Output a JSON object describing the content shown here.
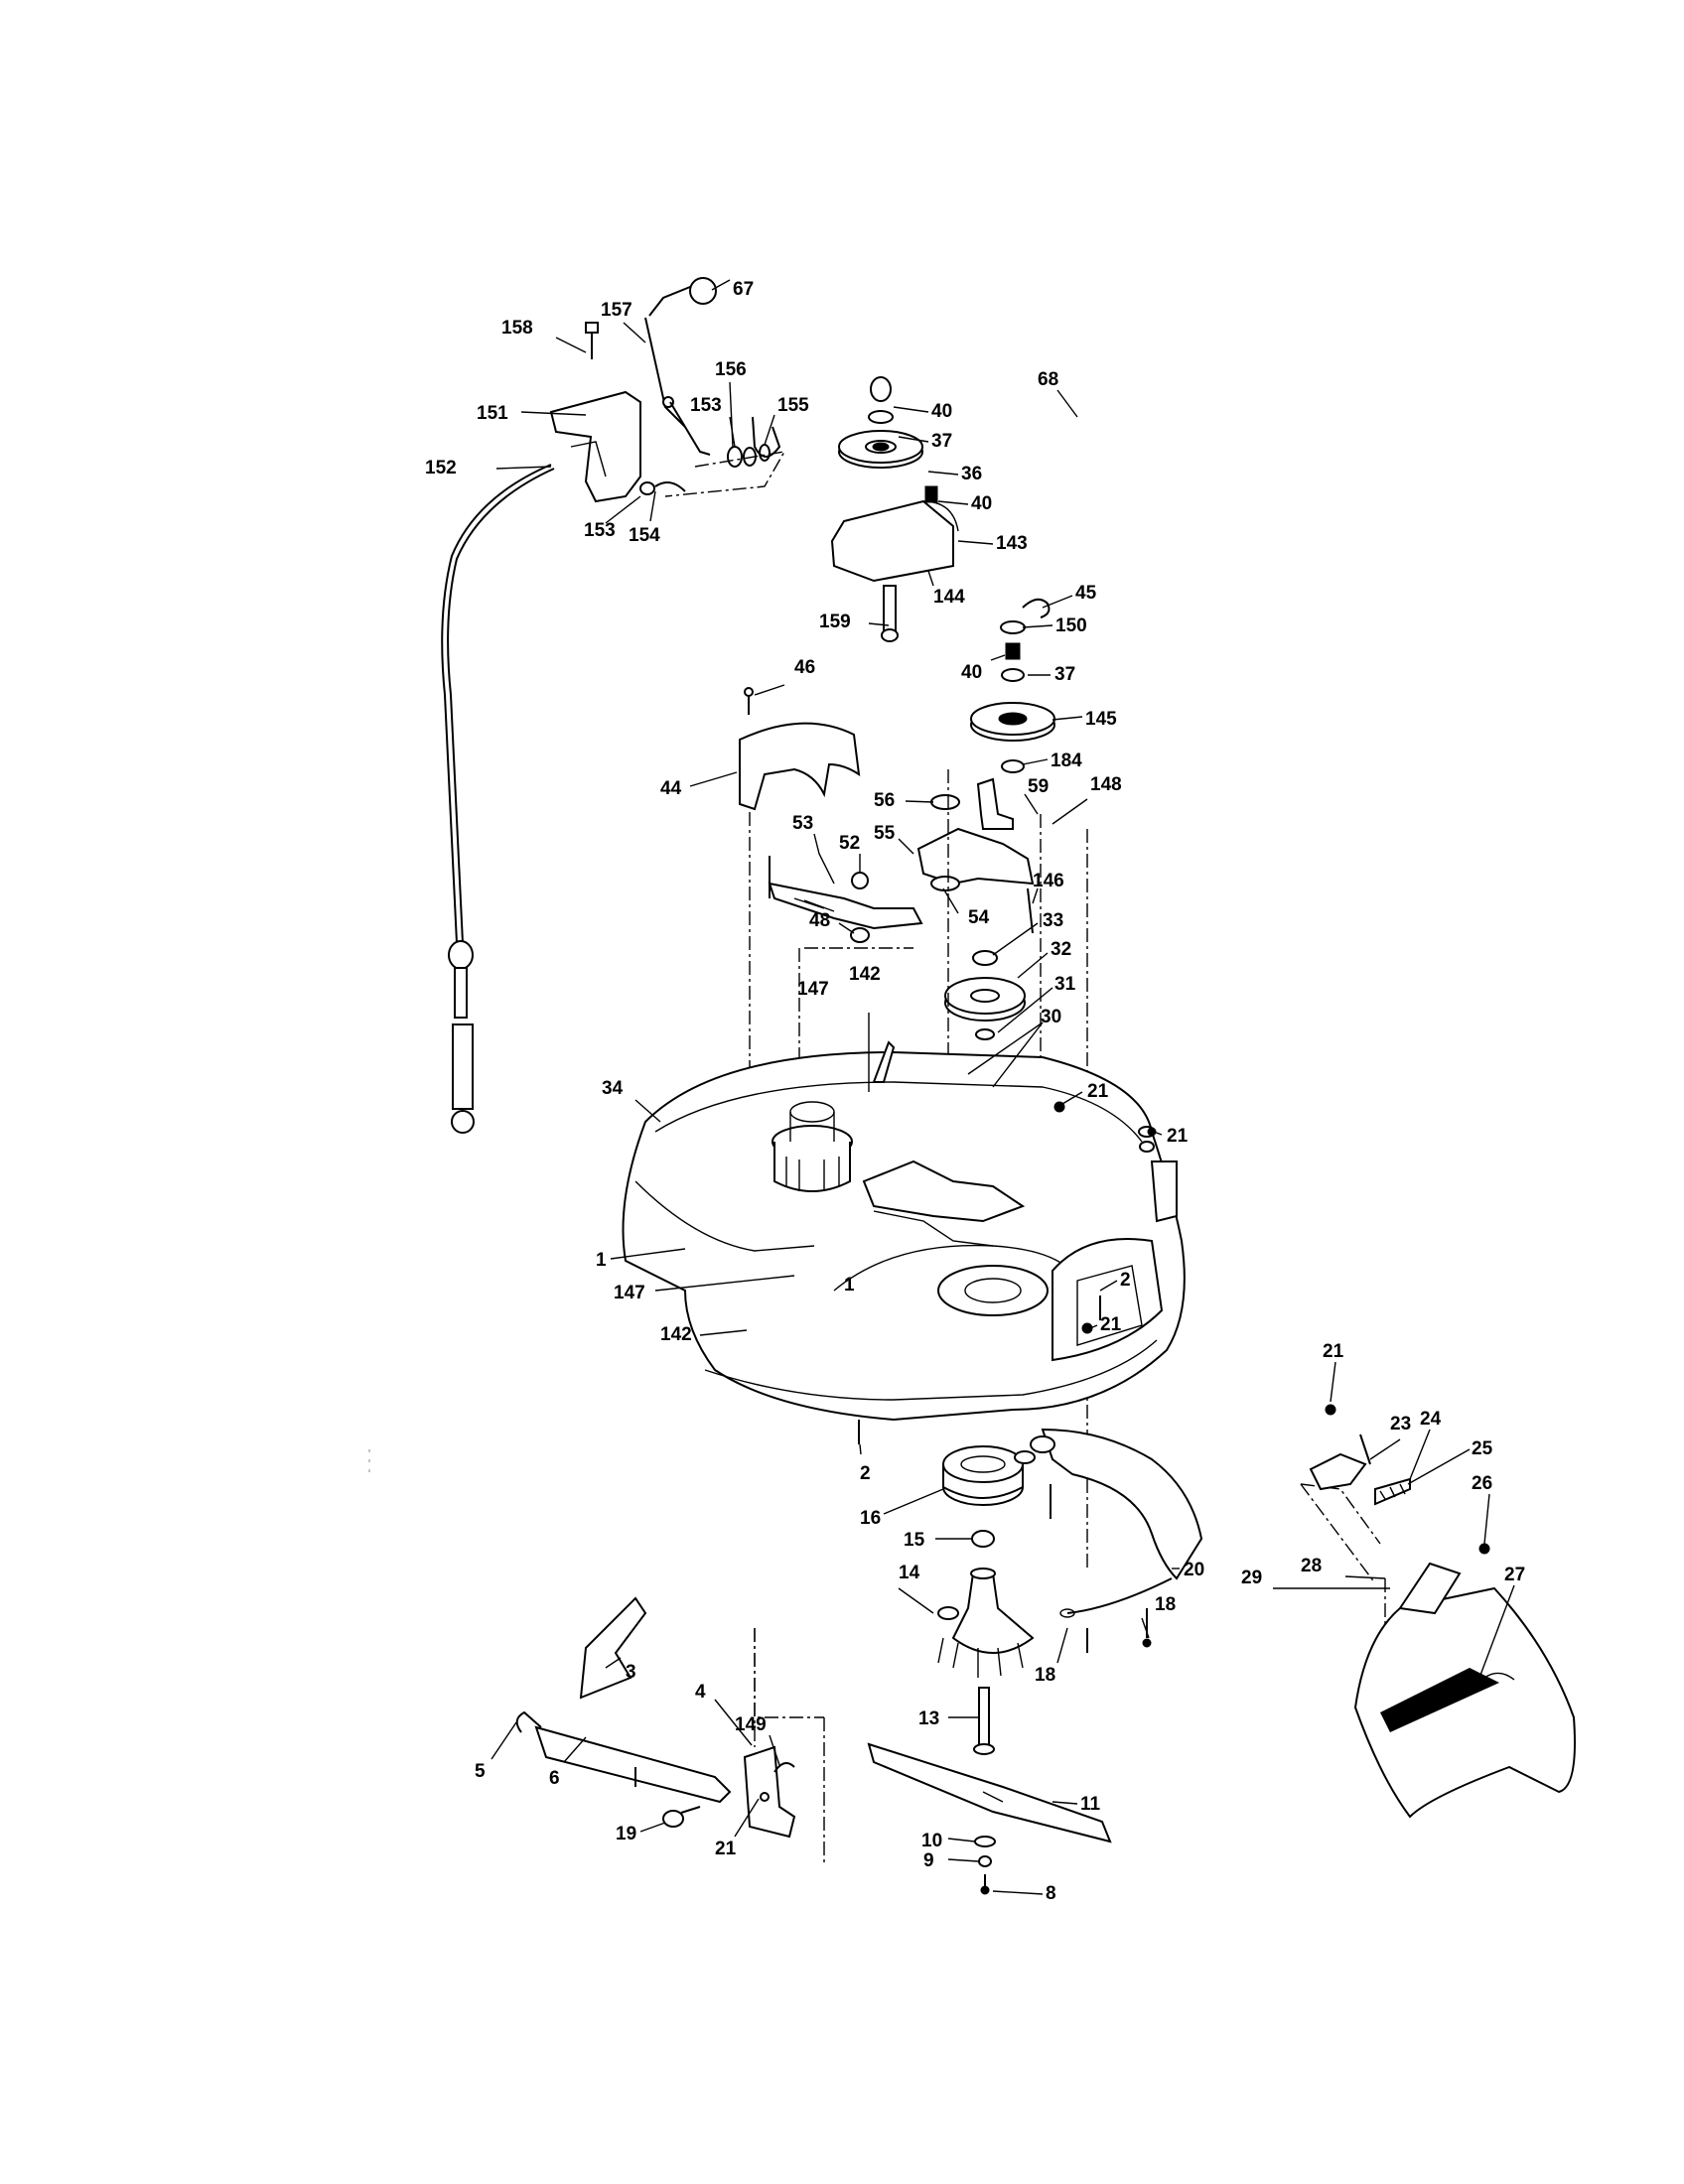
{
  "diagram": {
    "labels": [
      "67",
      "157",
      "158",
      "151",
      "152",
      "153",
      "154",
      "156",
      "153",
      "155",
      "40",
      "37",
      "36",
      "40",
      "143",
      "144",
      "159",
      "45",
      "150",
      "40",
      "37",
      "145",
      "184",
      "46",
      "44",
      "56",
      "55",
      "59",
      "148",
      "53",
      "52",
      "48",
      "54",
      "146",
      "33",
      "32",
      "31",
      "30",
      "147",
      "142",
      "34",
      "21",
      "21",
      "1",
      "1",
      "147",
      "2",
      "21",
      "142",
      "2",
      "16",
      "15",
      "14",
      "20",
      "18",
      "18",
      "21",
      "23",
      "24",
      "25",
      "26",
      "28",
      "29",
      "27",
      "3",
      "4",
      "149",
      "5",
      "6",
      "19",
      "21",
      "13",
      "11",
      "10",
      "9",
      "8",
      "68"
    ]
  }
}
